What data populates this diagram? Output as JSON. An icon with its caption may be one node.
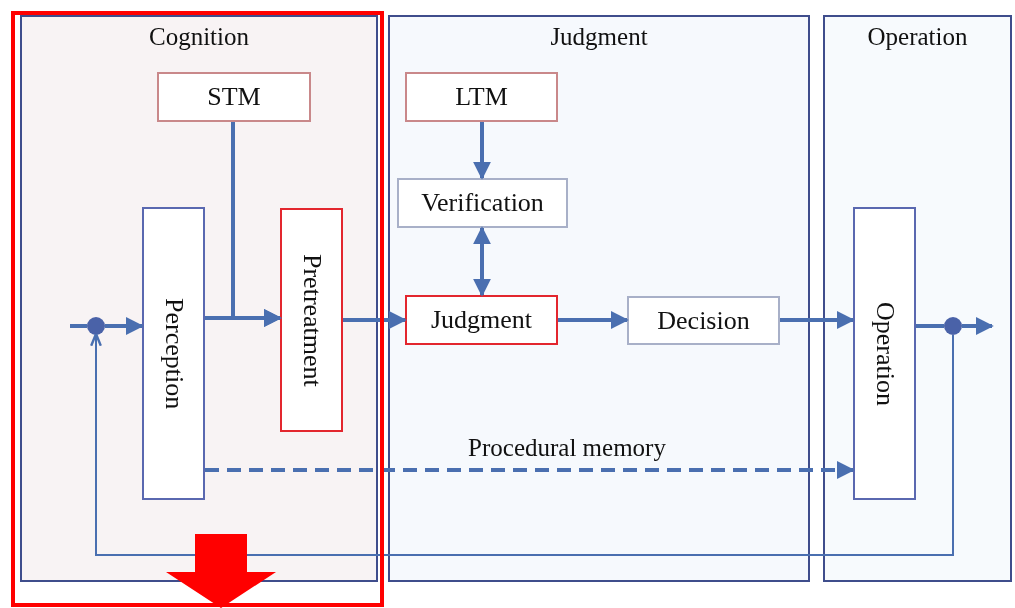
{
  "diagram": {
    "nodes": [
      {
        "text": [
          "Cognition"
        ]
      },
      {
        "text": [
          "Judgment"
        ]
      },
      {
        "text": [
          "Operation"
        ]
      },
      {
        "text": [
          "STM"
        ],
        "in": 0
      },
      {
        "text": [
          "Perception"
        ],
        "in": 0
      },
      {
        "text": [
          "Pretreatment"
        ],
        "in": 0
      },
      {
        "text": [
          "LTM"
        ],
        "in": 1
      },
      {
        "text": [
          "Verification"
        ],
        "in": 1
      },
      {
        "text": [
          "Judgment"
        ],
        "in": 1
      },
      {
        "text": [
          "Decision"
        ],
        "in": 1
      },
      {
        "text": [
          "Operation"
        ],
        "in": 2
      },
      {
        "text": [],
        "shape": "circle",
        "in": 0
      },
      {
        "text": [],
        "shape": "circle",
        "in": 2
      }
    ],
    "edges": [
      {
        "from": null,
        "to": 11,
        "arrow": "none"
      },
      {
        "from": 11,
        "to": 4,
        "arrow": "to"
      },
      {
        "from": 4,
        "to": 5,
        "arrow": "to"
      },
      {
        "from": 3,
        "to": 5,
        "arrow": "to"
      },
      {
        "from": 5,
        "to": 8,
        "arrow": "to"
      },
      {
        "from": 6,
        "to": 7,
        "arrow": "to"
      },
      {
        "from": 7,
        "to": 8,
        "arrow": "both"
      },
      {
        "from": 8,
        "to": 9,
        "arrow": "to"
      },
      {
        "from": 9,
        "to": 10,
        "arrow": "to"
      },
      {
        "from": 10,
        "to": 12,
        "arrow": "none"
      },
      {
        "from": 12,
        "to": null,
        "arrow": "to"
      },
      {
        "from": 4,
        "to": 10,
        "arrow": "to",
        "label": "Procedural memory",
        "style": "dashed"
      },
      {
        "from": 12,
        "to": 11,
        "arrow": "to"
      }
    ]
  }
}
